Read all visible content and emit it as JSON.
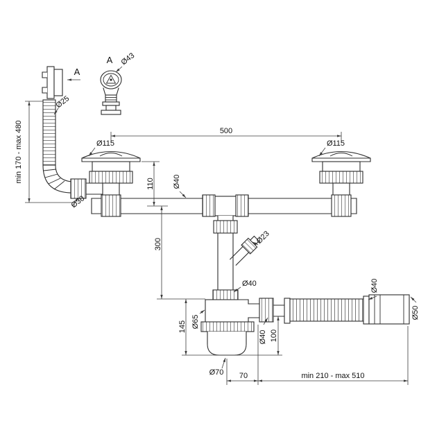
{
  "colors": {
    "background": "#ffffff",
    "line": "#2b2b2b",
    "dimension": "#3a3a3a",
    "text": "#111111"
  },
  "labels": {
    "detail_view": "A",
    "section_arrow": "A",
    "detail_diameter": "Ø43",
    "overflow_range": "min 170 - max 480",
    "overflow_diameter": "Ø25",
    "overflow_nut_diameter": "Ø30",
    "strainer_left_diameter": "Ø115",
    "strainer_right_diameter": "Ø115",
    "spacing": "500",
    "flange_to_pipe": "110",
    "pipe_diameter": "Ø40",
    "drop_height": "300",
    "side_inlet_diameter": "Ø23",
    "trap_inlet_diameter": "Ø40",
    "trap_body_diameter": "Ø65",
    "trap_height": "145",
    "outlet_diameter": "Ø40",
    "outlet_drop": "100",
    "hose_diameter": "Ø40",
    "coupling_diameter": "Ø50",
    "cup_diameter": "Ø70",
    "trap_to_outlet": "70",
    "outlet_hose_range": "min 210 - max 510"
  }
}
